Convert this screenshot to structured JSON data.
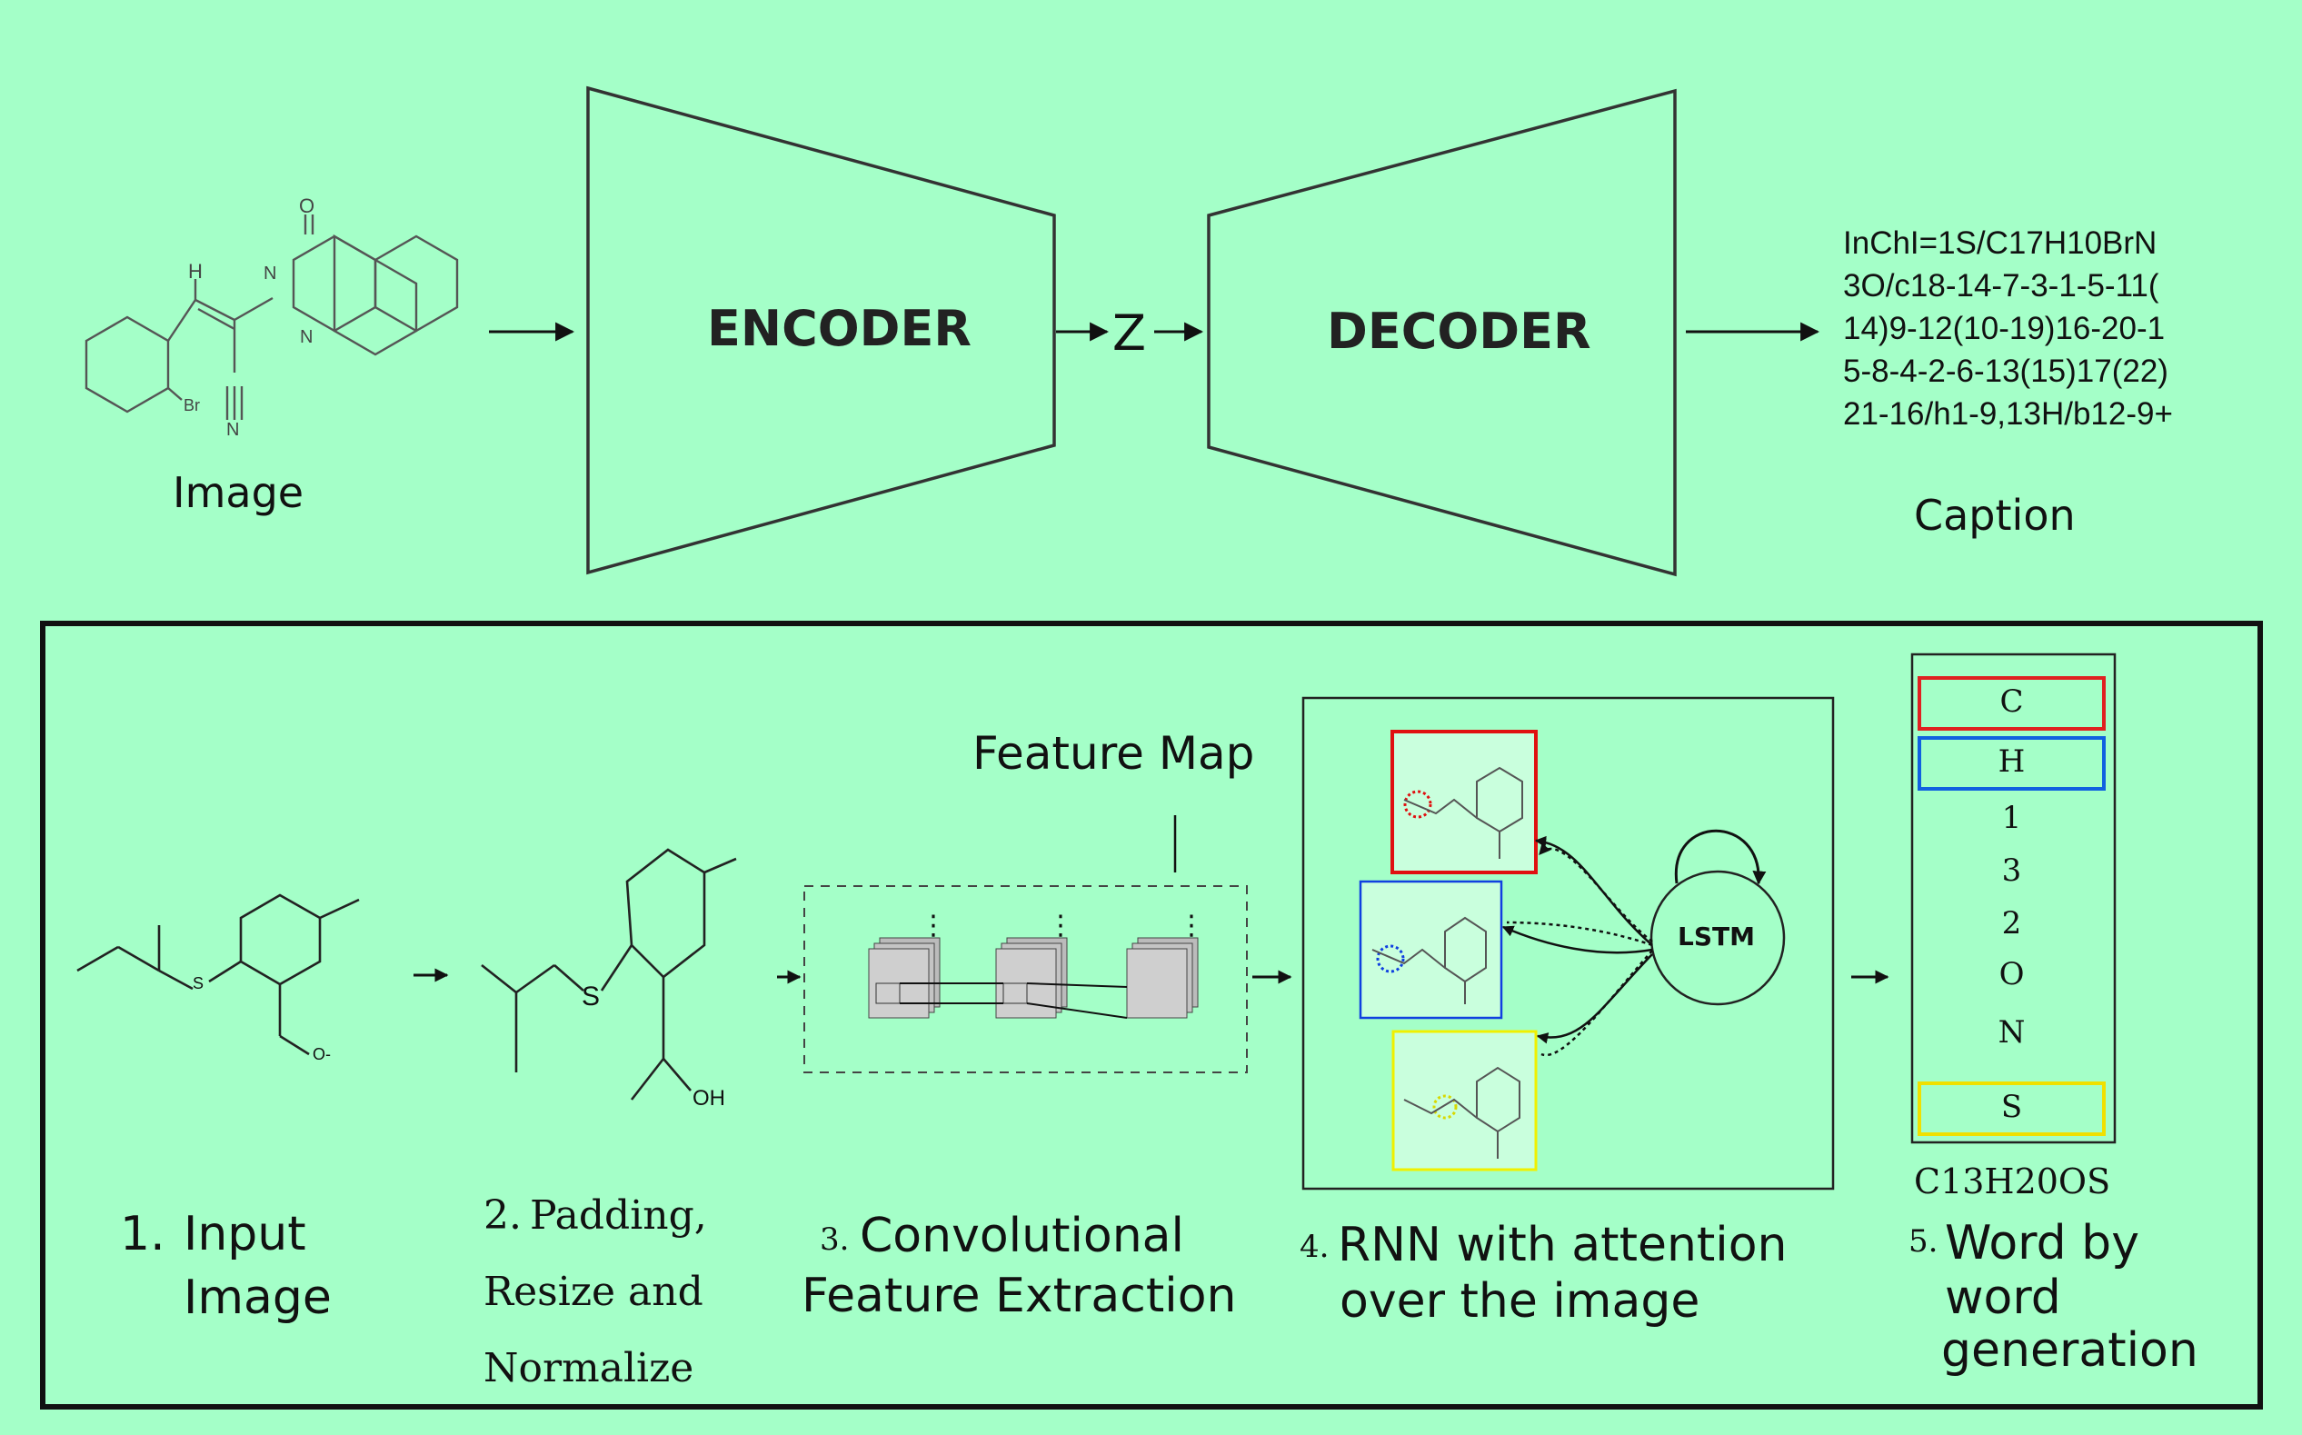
{
  "top": {
    "image_label": "Image",
    "encoder_label": "ENCODER",
    "latent_label": "Z",
    "decoder_label": "DECODER",
    "caption_lines": [
      "InChI=1S/C17H10BrN",
      "3O/c18-14-7-3-1-5-11(",
      "14)9-12(10-19)16-20-1",
      "5-8-4-2-6-13(15)17(22)",
      "21-16/h1-9,13H/b12-9+"
    ],
    "caption_label": "Caption",
    "molecule_atoms": {
      "o": "O",
      "h": "H",
      "n1": "N",
      "n2": "N",
      "n3": "N",
      "br": "Br"
    }
  },
  "pipeline": {
    "feature_map_label": "Feature Map",
    "lstm_label": "LSTM",
    "tokens": [
      "C",
      "H",
      "1",
      "3",
      "2",
      "O",
      "N",
      "S"
    ],
    "formula": "C13H20OS",
    "steps": [
      {
        "num": "1.",
        "lines": [
          "Input",
          "Image"
        ]
      },
      {
        "num": "2.",
        "lines": [
          "Padding,",
          "Resize and",
          "Normalize"
        ]
      },
      {
        "num": "3.",
        "lines": [
          "Convolutional",
          "Feature Extraction"
        ]
      },
      {
        "num": "4.",
        "lines": [
          "RNN with attention",
          "over the image"
        ]
      },
      {
        "num": "5.",
        "lines": [
          "Word by",
          "word",
          "generation"
        ]
      }
    ],
    "molecule_atoms": {
      "s": "S",
      "o": "O-",
      "oh": "OH"
    }
  },
  "colors": {
    "background": "#a4ffc8",
    "token_c_box": "#e02020",
    "token_h_box": "#1060e0",
    "token_s_box": "#f0e000",
    "attn_red": "#e01010",
    "attn_blue": "#1040e0",
    "attn_yellow": "#f0f000"
  }
}
